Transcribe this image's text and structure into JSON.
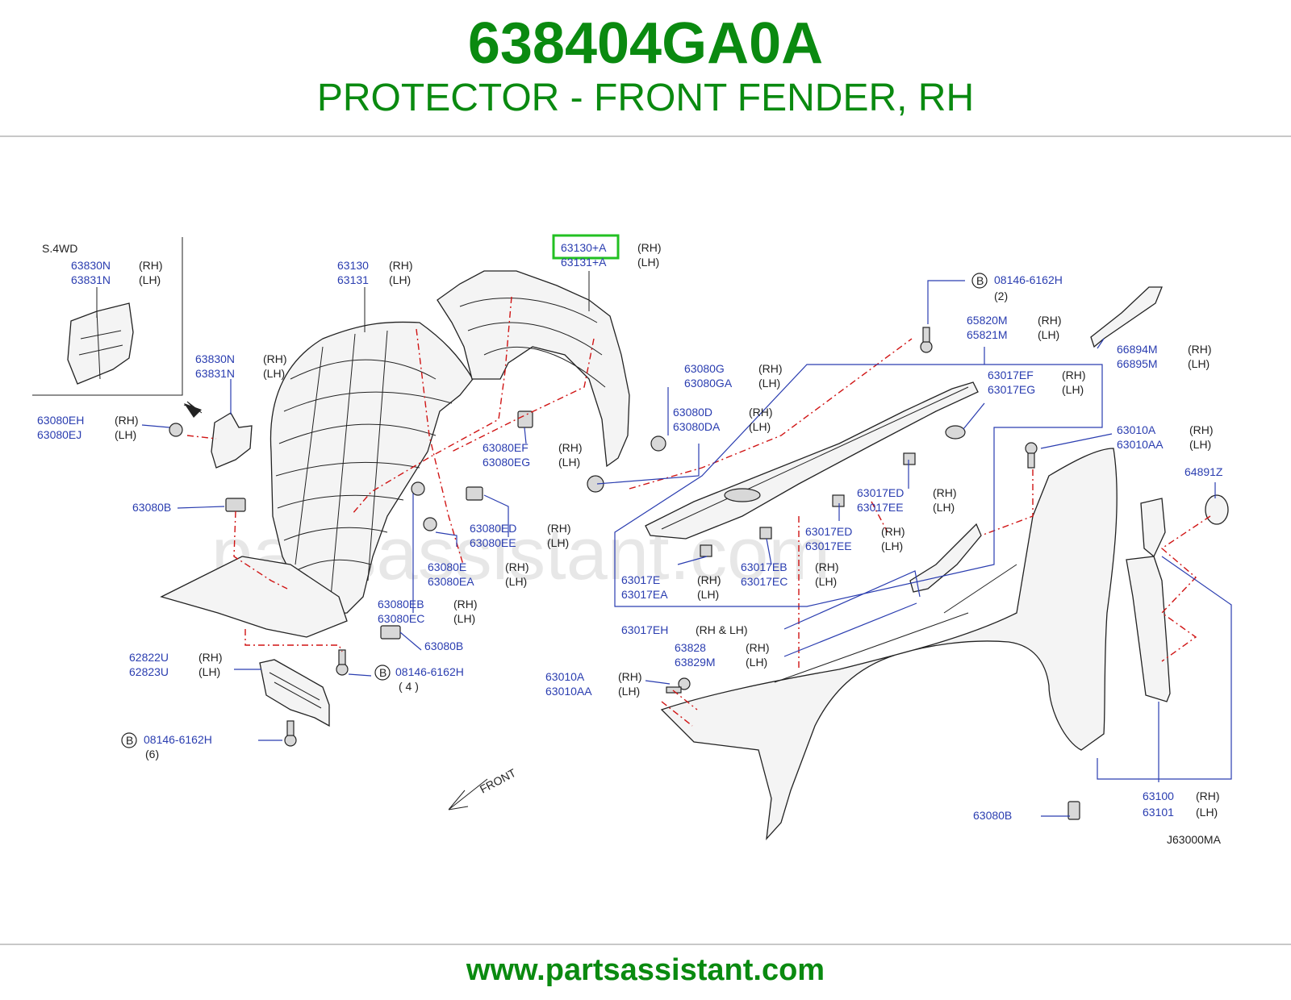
{
  "header": {
    "part_number": "638404GA0A",
    "part_name": "PROTECTOR - FRONT FENDER, RH"
  },
  "footer": {
    "url": "www.partsassistant.com"
  },
  "watermark": "partsassistant.com",
  "diagram": {
    "section_label": "S.4WD",
    "drawing_code": "J63000MA",
    "front_label": "FRONT",
    "highlight_color": "#22c022",
    "callouts": [
      {
        "id": "c01",
        "numbers": [
          "63130+A",
          "63131+A"
        ],
        "sides": [
          "(RH)",
          "(LH)"
        ]
      },
      {
        "id": "c02",
        "numbers": [
          "63830N",
          "63831N"
        ],
        "sides": [
          "(RH)",
          "(LH)"
        ]
      },
      {
        "id": "c03",
        "numbers": [
          "63130",
          "63131"
        ],
        "sides": [
          "(RH)",
          "(LH)"
        ]
      },
      {
        "id": "c04",
        "numbers": [
          "63830N",
          "63831N"
        ],
        "sides": [
          "(RH)",
          "(LH)"
        ]
      },
      {
        "id": "c05",
        "numbers": [
          "63080EH",
          "63080EJ"
        ],
        "sides": [
          "(RH)",
          "(LH)"
        ]
      },
      {
        "id": "c06",
        "numbers": [
          "63080B"
        ],
        "sides": []
      },
      {
        "id": "c07",
        "numbers": [
          "63080G",
          "63080GA"
        ],
        "sides": [
          "(RH)",
          "(LH)"
        ]
      },
      {
        "id": "c08",
        "numbers": [
          "63080D",
          "63080DA"
        ],
        "sides": [
          "(RH)",
          "(LH)"
        ]
      },
      {
        "id": "c09",
        "numbers": [
          "63080EF",
          "63080EG"
        ],
        "sides": [
          "(RH)",
          "(LH)"
        ]
      },
      {
        "id": "c10",
        "numbers": [
          "63080ED",
          "63080EE"
        ],
        "sides": [
          "(RH)",
          "(LH)"
        ]
      },
      {
        "id": "c11",
        "numbers": [
          "63080E",
          "63080EA"
        ],
        "sides": [
          "(RH)",
          "(LH)"
        ]
      },
      {
        "id": "c12",
        "numbers": [
          "63080EB",
          "63080EC"
        ],
        "sides": [
          "(RH)",
          "(LH)"
        ]
      },
      {
        "id": "c13",
        "numbers": [
          "63080B"
        ],
        "sides": []
      },
      {
        "id": "c14",
        "numbers": [
          "62822U",
          "62823U"
        ],
        "sides": [
          "(RH)",
          "(LH)"
        ]
      },
      {
        "id": "c15",
        "numbers": [
          "08146-6162H"
        ],
        "sides": [],
        "badge": "B",
        "qty": "( 4 )"
      },
      {
        "id": "c16",
        "numbers": [
          "08146-6162H"
        ],
        "sides": [],
        "badge": "B",
        "qty": "(6)"
      },
      {
        "id": "c17",
        "numbers": [
          "08146-6162H"
        ],
        "sides": [],
        "badge": "B",
        "qty": "(2)"
      },
      {
        "id": "c18",
        "numbers": [
          "65820M",
          "65821M"
        ],
        "sides": [
          "(RH)",
          "(LH)"
        ]
      },
      {
        "id": "c19",
        "numbers": [
          "66894M",
          "66895M"
        ],
        "sides": [
          "(RH)",
          "(LH)"
        ]
      },
      {
        "id": "c20",
        "numbers": [
          "63017EF",
          "63017EG"
        ],
        "sides": [
          "(RH)",
          "(LH)"
        ]
      },
      {
        "id": "c21",
        "numbers": [
          "63010A",
          "63010AA"
        ],
        "sides": [
          "(RH)",
          "(LH)"
        ]
      },
      {
        "id": "c22",
        "numbers": [
          "64891Z"
        ],
        "sides": []
      },
      {
        "id": "c23",
        "numbers": [
          "63017ED",
          "63017EE"
        ],
        "sides": [
          "(RH)",
          "(LH)"
        ]
      },
      {
        "id": "c24",
        "numbers": [
          "63017ED",
          "63017EE"
        ],
        "sides": [
          "(RH)",
          "(LH)"
        ]
      },
      {
        "id": "c25",
        "numbers": [
          "63017EB",
          "63017EC"
        ],
        "sides": [
          "(RH)",
          "(LH)"
        ]
      },
      {
        "id": "c26",
        "numbers": [
          "63017E",
          "63017EA"
        ],
        "sides": [
          "(RH)",
          "(LH)"
        ]
      },
      {
        "id": "c27",
        "numbers": [
          "63017EH"
        ],
        "sides": [
          "(RH & LH)"
        ]
      },
      {
        "id": "c28",
        "numbers": [
          "63828",
          "63829M"
        ],
        "sides": [
          "(RH)",
          "(LH)"
        ]
      },
      {
        "id": "c29",
        "numbers": [
          "63010A",
          "63010AA"
        ],
        "sides": [
          "(RH)",
          "(LH)"
        ]
      },
      {
        "id": "c30",
        "numbers": [
          "63100",
          "63101"
        ],
        "sides": [
          "(RH)",
          "(LH)"
        ]
      },
      {
        "id": "c31",
        "numbers": [
          "63080B"
        ],
        "sides": []
      }
    ]
  }
}
